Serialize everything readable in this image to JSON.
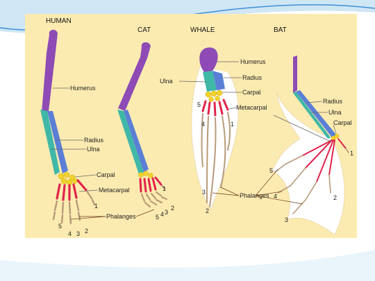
{
  "colors": {
    "panel_bg": "#fcebb0",
    "humerus": "#8e4bb5",
    "radius": "#5b7fd6",
    "ulna": "#3fb8a8",
    "carpal": "#f2d32a",
    "metacarpal": "#e0234a",
    "phalanges": "#b89a78",
    "slide_swoosh": "#3f8fd2"
  },
  "titles": {
    "human": "HUMAN",
    "cat": "CAT",
    "whale": "WHALE",
    "bat": "BAT"
  },
  "labels": {
    "humerus": "Humerus",
    "radius": "Radius",
    "ulna": "Ulna",
    "carpal": "Carpal",
    "metacarpal": "Metacarpal",
    "phalanges": "Phalanges"
  },
  "digits": {
    "d1": "1",
    "d2": "2",
    "d3": "3",
    "d4": "4",
    "d5": "5"
  }
}
